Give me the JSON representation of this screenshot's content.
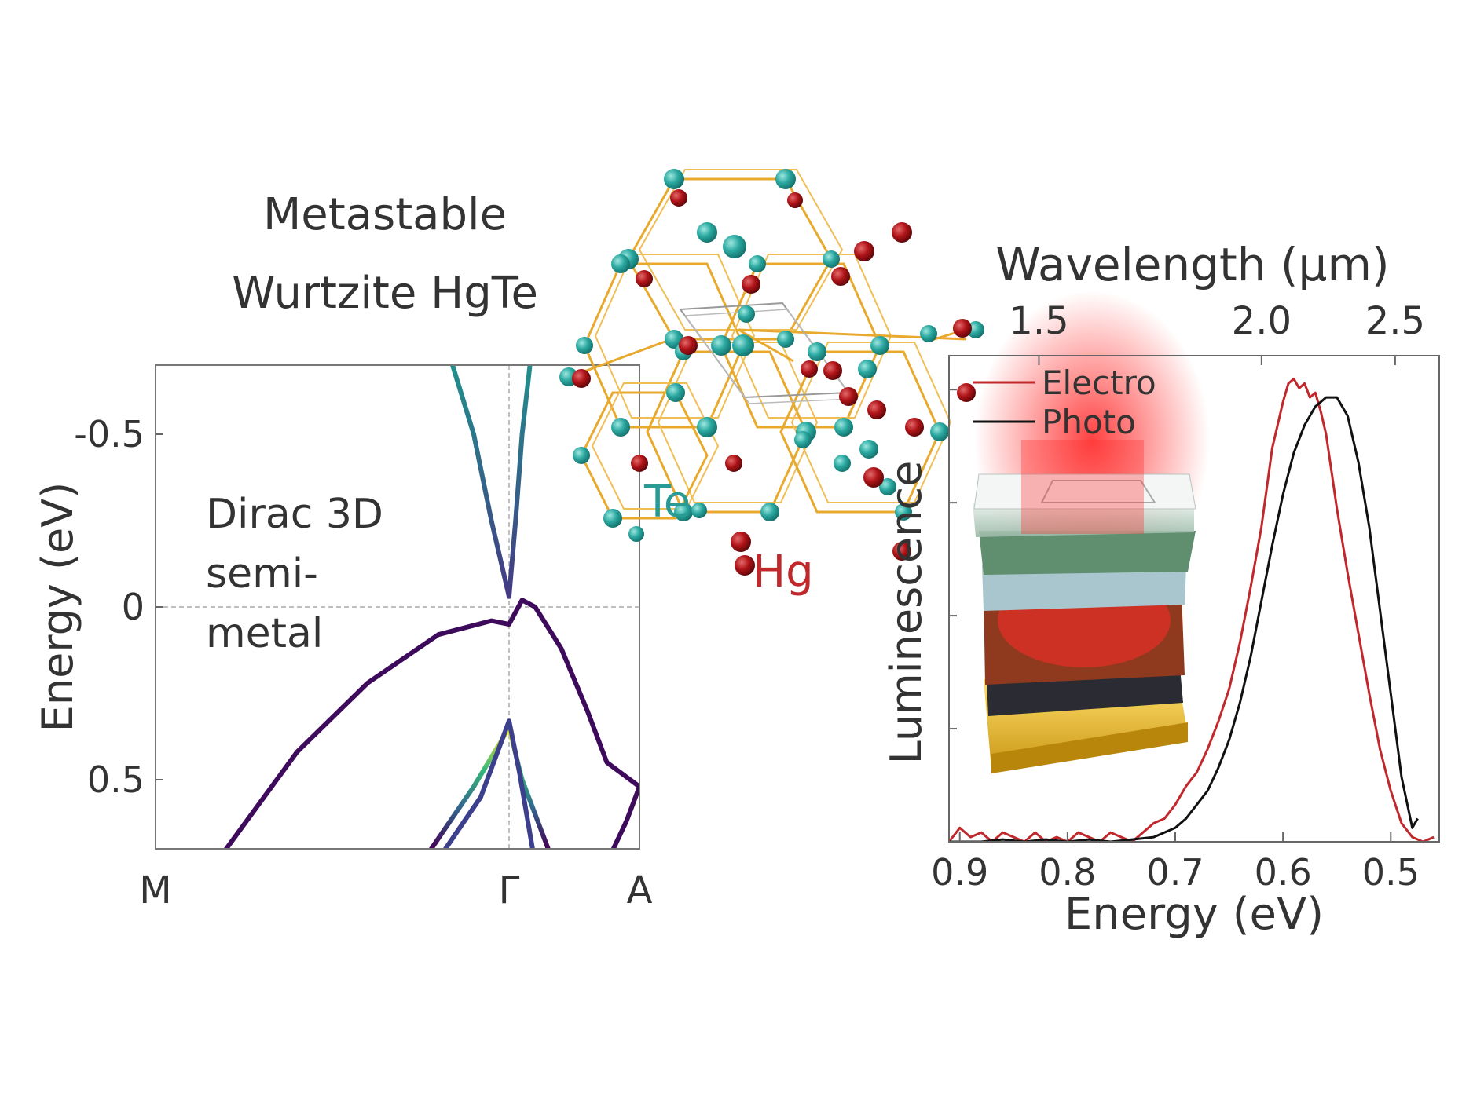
{
  "title_line1": "Metastable",
  "title_line2": "Wurtzite HgTe",
  "atom_labels": {
    "te": "Te",
    "hg": "Hg"
  },
  "colors": {
    "te": "#2aa8a0",
    "hg": "#b01418",
    "bond": "#e8a92c",
    "electro": "#c0282c",
    "photo": "#111111",
    "axis": "#444444"
  },
  "icons": [
    "wurtzite-crystal-structure-illustration",
    "led-device-stack-illustration"
  ],
  "chart_data": [
    {
      "type": "line",
      "subtype": "band-structure",
      "title": "",
      "ylabel": "Energy (eV)",
      "xlabel": "",
      "ylim": [
        0.7,
        -0.7
      ],
      "y_inverted": true,
      "yticks": [
        -0.5,
        0,
        0.5
      ],
      "yticklabels": [
        "-0.5",
        "0",
        "0.5"
      ],
      "xticklabels": [
        "M",
        "Γ",
        "A"
      ],
      "annotation_lines": [
        "Dirac 3D",
        "semi-",
        "metal"
      ],
      "grid": "dashed lines at Γ and 0 eV",
      "colorscale": "viridis",
      "series": [
        {
          "x": [
            -1.0,
            -0.8,
            -0.6,
            -0.4,
            -0.2,
            -0.05,
            0.0,
            0.1,
            0.2,
            0.4,
            0.6,
            0.75,
            1.0
          ],
          "y": [
            1.2,
            0.7,
            0.42,
            0.22,
            0.08,
            0.04,
            0.05,
            -0.02,
            0.0,
            0.12,
            0.3,
            0.45,
            0.52
          ]
        },
        {
          "x": [
            -0.16,
            -0.1,
            -0.05,
            0.0,
            0.05,
            0.1,
            0.16
          ],
          "y": [
            -0.7,
            -0.5,
            -0.25,
            -0.03,
            -0.25,
            -0.5,
            -0.7
          ]
        },
        {
          "x": [
            -0.22,
            -0.1,
            0.0,
            0.1,
            0.22,
            0.3
          ],
          "y": [
            0.7,
            0.52,
            0.35,
            0.5,
            0.62,
            0.7
          ]
        },
        {
          "x": [
            -0.18,
            -0.08,
            0.0,
            0.08,
            0.18
          ],
          "y": [
            0.7,
            0.55,
            0.33,
            0.48,
            0.7
          ]
        },
        {
          "x": [
            0.8,
            0.9,
            1.0
          ],
          "y": [
            0.7,
            0.62,
            0.52
          ]
        }
      ]
    },
    {
      "type": "line",
      "title": "",
      "xlabel": "Energy (eV)",
      "ylabel": "Luminescence",
      "top_axis_label": "Wavelength (μm)",
      "xlim": [
        0.91,
        0.455
      ],
      "x_inverted": true,
      "ylim": [
        0,
        1.05
      ],
      "xticks": [
        0.9,
        0.8,
        0.7,
        0.6,
        0.5
      ],
      "xticklabels": [
        "0.9",
        "0.8",
        "0.7",
        "0.6",
        "0.5"
      ],
      "top_ticks_um": [
        1.5,
        2.0,
        2.5
      ],
      "top_ticklabels": [
        "1.5",
        "2.0",
        "2.5"
      ],
      "legend": "top-left",
      "series": [
        {
          "name": "Electro",
          "x": [
            0.91,
            0.9,
            0.89,
            0.88,
            0.87,
            0.86,
            0.85,
            0.84,
            0.83,
            0.82,
            0.81,
            0.8,
            0.79,
            0.78,
            0.77,
            0.76,
            0.75,
            0.74,
            0.73,
            0.72,
            0.71,
            0.7,
            0.69,
            0.68,
            0.67,
            0.66,
            0.65,
            0.64,
            0.63,
            0.62,
            0.61,
            0.6,
            0.595,
            0.59,
            0.585,
            0.58,
            0.575,
            0.57,
            0.565,
            0.56,
            0.555,
            0.55,
            0.54,
            0.53,
            0.52,
            0.51,
            0.5,
            0.49,
            0.48,
            0.47,
            0.46
          ],
          "y": [
            0.0,
            0.03,
            0.01,
            0.02,
            0.0,
            0.02,
            0.01,
            0.0,
            0.02,
            0.0,
            0.01,
            0.0,
            0.02,
            0.01,
            0.0,
            0.02,
            0.01,
            0.0,
            0.02,
            0.04,
            0.05,
            0.08,
            0.12,
            0.15,
            0.2,
            0.26,
            0.33,
            0.43,
            0.55,
            0.68,
            0.85,
            0.95,
            0.99,
            1.0,
            0.98,
            0.99,
            0.96,
            0.97,
            0.93,
            0.88,
            0.8,
            0.72,
            0.58,
            0.45,
            0.32,
            0.2,
            0.11,
            0.04,
            0.01,
            0.0,
            0.01
          ]
        },
        {
          "name": "Photo",
          "x": [
            0.91,
            0.9,
            0.88,
            0.86,
            0.84,
            0.82,
            0.8,
            0.78,
            0.76,
            0.74,
            0.72,
            0.7,
            0.69,
            0.68,
            0.67,
            0.66,
            0.65,
            0.64,
            0.63,
            0.62,
            0.61,
            0.6,
            0.59,
            0.58,
            0.57,
            0.56,
            0.55,
            0.54,
            0.53,
            0.52,
            0.51,
            0.5,
            0.49,
            0.48,
            0.475
          ],
          "y": [
            0.0,
            0.0,
            0.0,
            0.005,
            0.0,
            0.005,
            0.0,
            0.005,
            0.0,
            0.005,
            0.01,
            0.03,
            0.05,
            0.08,
            0.11,
            0.16,
            0.22,
            0.3,
            0.4,
            0.52,
            0.64,
            0.75,
            0.84,
            0.9,
            0.94,
            0.96,
            0.96,
            0.92,
            0.82,
            0.68,
            0.5,
            0.32,
            0.14,
            0.03,
            0.05
          ]
        }
      ]
    }
  ]
}
